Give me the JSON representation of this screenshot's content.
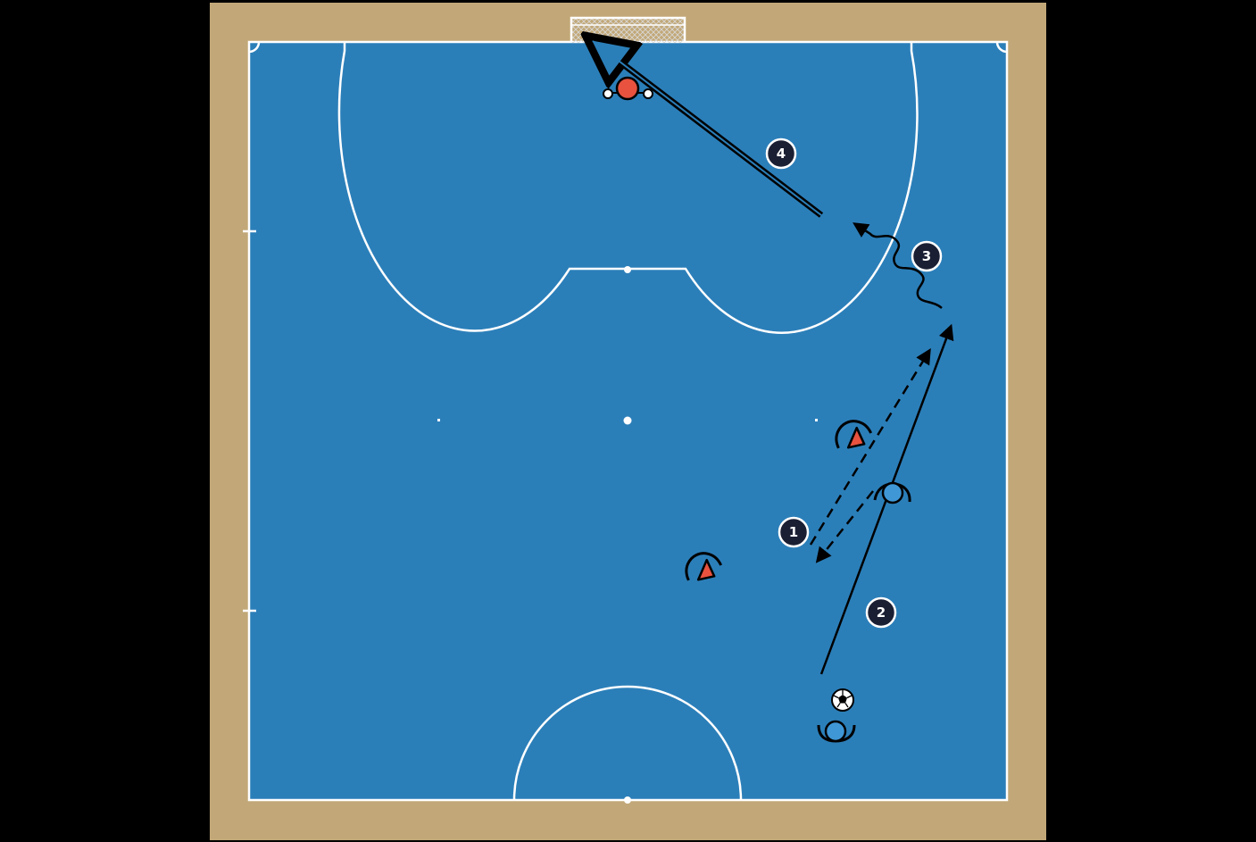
{
  "diagram": {
    "colors": {
      "background": "#000000",
      "surround": "#c2a878",
      "court": "#2b7fb9",
      "lines": "#ffffff",
      "action_lines": "#000000",
      "attacker": "#3f97d6",
      "defender": "#e8523e",
      "goalkeeper": "#e8523e",
      "step_badge": "#1b1f33"
    },
    "steps": [
      {
        "id": "1",
        "label": "1",
        "action": "one-two pass"
      },
      {
        "id": "2",
        "label": "2",
        "action": "run"
      },
      {
        "id": "3",
        "label": "3",
        "action": "dribble"
      },
      {
        "id": "4",
        "label": "4",
        "action": "shot"
      }
    ],
    "players": [
      {
        "role": "attacker",
        "team": "blue",
        "with_ball": true
      },
      {
        "role": "attacker",
        "team": "blue",
        "with_ball": false
      },
      {
        "role": "defender",
        "team": "red"
      },
      {
        "role": "defender",
        "team": "red"
      },
      {
        "role": "goalkeeper",
        "team": "red"
      }
    ],
    "icons": [
      "ball-icon",
      "goal-net-icon",
      "arrow-icon"
    ]
  }
}
